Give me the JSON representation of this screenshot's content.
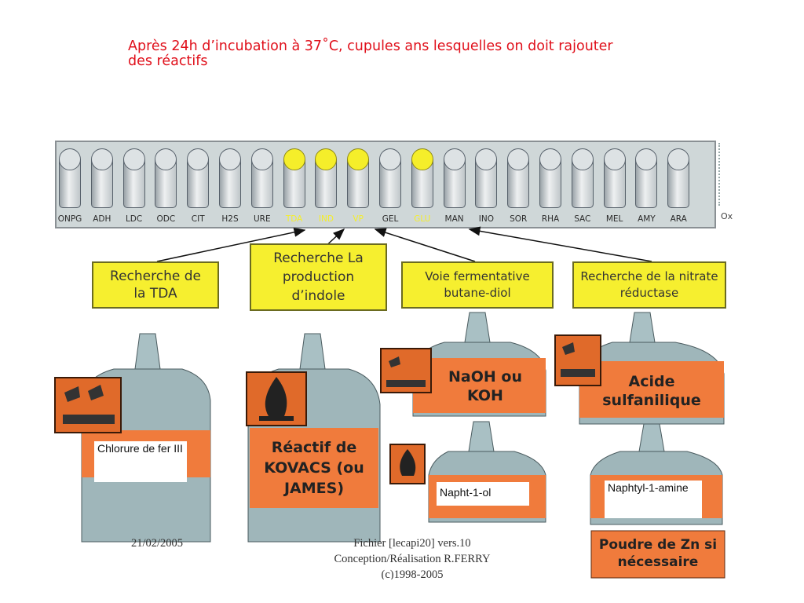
{
  "title": "Après 24h d’incubation à 37˚C, cupules ans lesquelles on doit rajouter des réactifs",
  "strip": {
    "cupules": [
      "ONPG",
      "ADH",
      "LDC",
      "ODC",
      "CIT",
      "H2S",
      "URE",
      "TDA",
      "IND",
      "VP",
      "GEL",
      "GLU",
      "MAN",
      "INO",
      "SOR",
      "RHA",
      "SAC",
      "MEL",
      "AMY",
      "ARA"
    ],
    "highlighted": [
      "TDA",
      "IND",
      "VP",
      "GLU"
    ],
    "ox_label": "Ox"
  },
  "boxes": {
    "tda": "Recherche de la TDA",
    "indole": "Recherche La production d’indole",
    "fermentative": "Voie fermentative butane-diol",
    "nitrate": "Recherche de la nitrate réductase"
  },
  "bottles": {
    "kovacs": "Réactif de KOVACS (ou JAMES)",
    "naoh": "NaOH ou KOH",
    "acide": "Acide sulfanilique",
    "zn": "Poudre de Zn si nécessaire",
    "chlorure_label": "Chlorure de fer III",
    "naphtol_label": "Napht-1-ol",
    "naphtyl_label": "Naphtyl-1-amine"
  },
  "footer": {
    "date": "21/02/2005",
    "file": "Fichier [lecapi20] vers.10",
    "author": "Conception/Réalisation R.FERRY",
    "copyright": "(c)1998-2005"
  },
  "colors": {
    "title": "#e0101b",
    "box": "#f6ef2f",
    "label": "#f07b3c",
    "hazard": "#d9642a",
    "bottle": "#9fb6ba"
  }
}
